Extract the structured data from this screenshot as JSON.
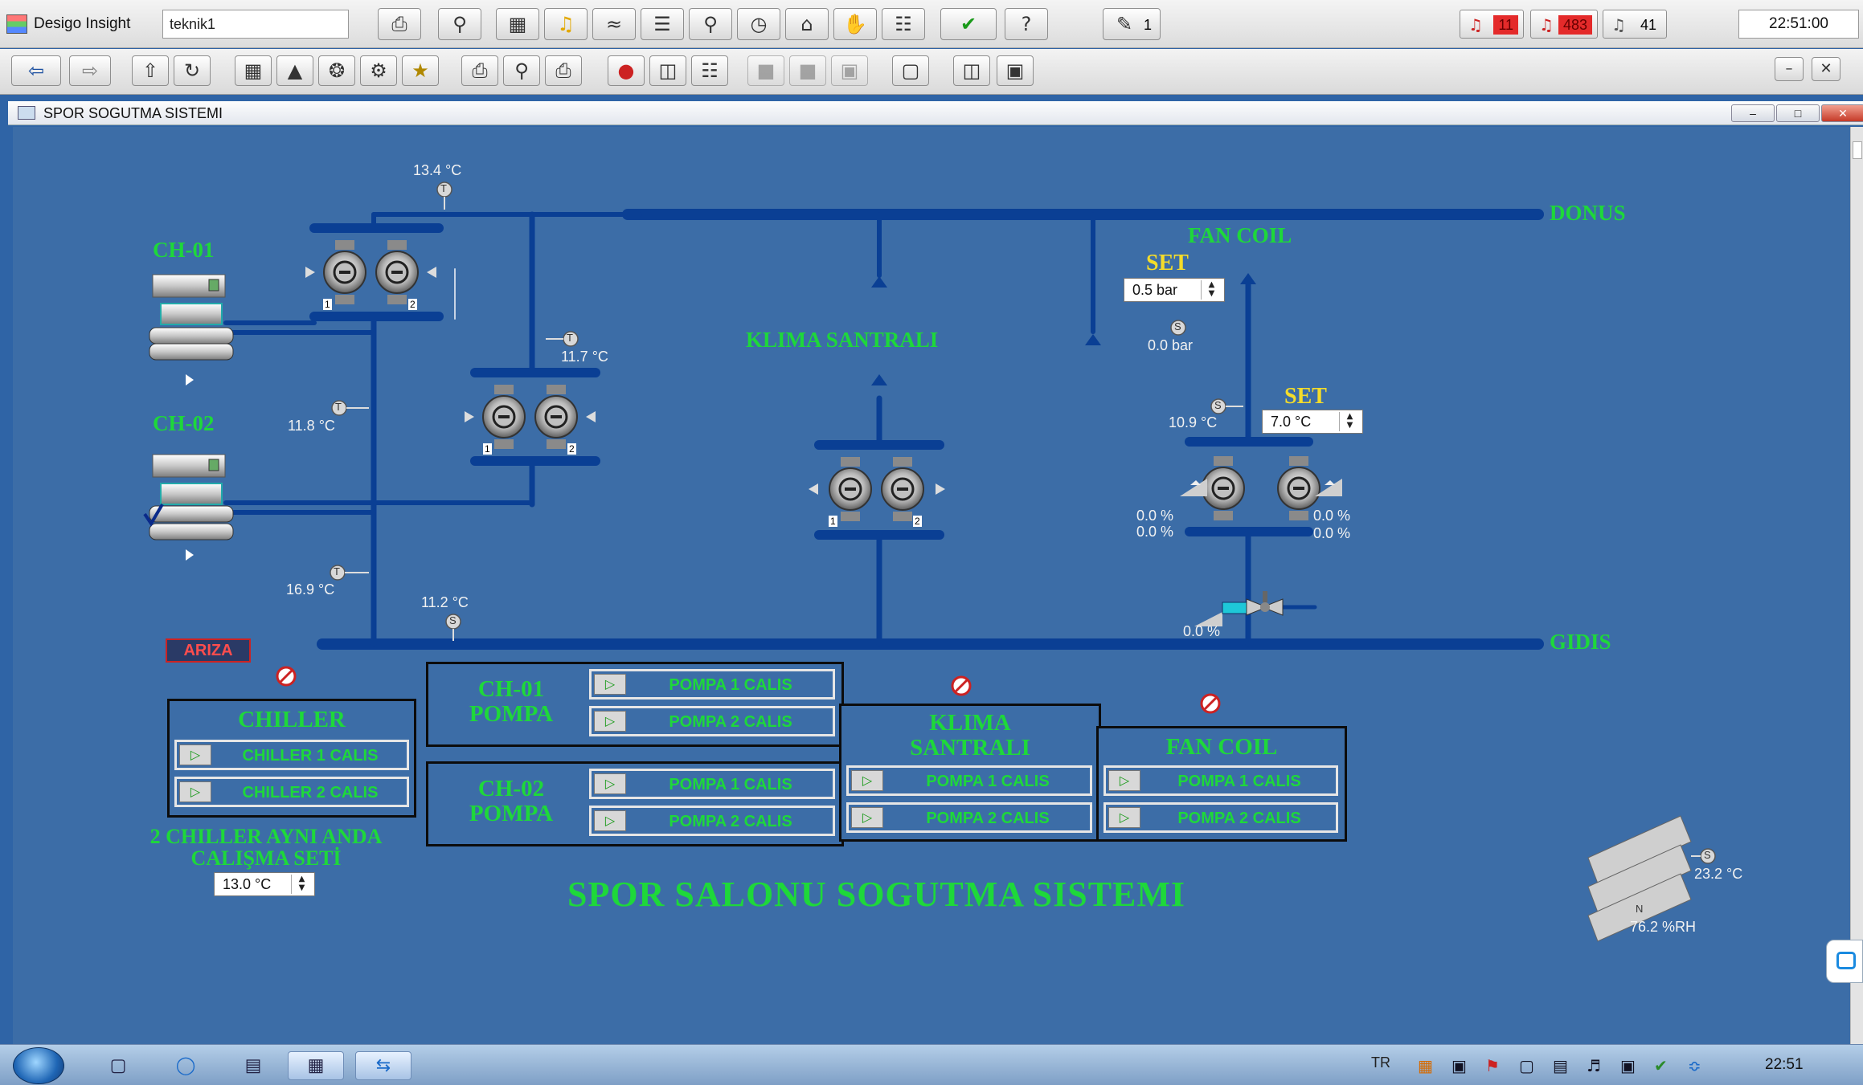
{
  "app": {
    "name": "Desigo Insight",
    "user": "teknik1",
    "clock": "22:51:00",
    "ops_count": "1"
  },
  "alarms": [
    {
      "count": "11",
      "highlight": true
    },
    {
      "count": "483",
      "highlight": true
    },
    {
      "count": "41",
      "highlight": false
    }
  ],
  "window": {
    "title": "SPOR SOGUTMA SISTEMI"
  },
  "schematic": {
    "title": "SPOR SALONU SOGUTMA SISTEMI",
    "labels": {
      "ch01": "CH-01",
      "ch02": "CH-02",
      "donus": "DONUS",
      "gidis": "GIDIS",
      "fan_coil": "FAN COIL",
      "klima_santrali": "KLIMA SANTRALI",
      "set": "SET",
      "ariza": "ARIZA",
      "chiller_set_line1": "2 CHILLER AYNI ANDA",
      "chiller_set_line2": "CALIŞMA SETİ"
    },
    "readings": {
      "t_top": "13.4 °C",
      "t_return_mid": "11.7 °C",
      "t_ch01_out": "11.8 °C",
      "t_ch02_out": "16.9 °C",
      "t_supply": "11.2 °C",
      "p_fc": "0.0 bar",
      "t_fc": "10.9 °C",
      "fc_pump1_pct": "0.0 %",
      "fc_pump1_pct2": "0.0 %",
      "fc_pump2_pct": "0.0 %",
      "fc_pump2_pct2": "0.0 %",
      "valve_pct": "0.0 %",
      "outdoor_temp": "23.2 °C",
      "outdoor_rh": "76.2 %RH"
    },
    "setpoints": {
      "pressure": "0.5 bar",
      "fc_temp": "7.0 °C",
      "chiller": "13.0 °C"
    },
    "sensor_letters": {
      "t": "T",
      "s": "S",
      "n": "N"
    },
    "pump_tags": {
      "p1": "1",
      "p2": "2"
    }
  },
  "panels": {
    "chiller": {
      "title": "CHILLER",
      "cmds": [
        "CHILLER 1 CALIS",
        "CHILLER 2 CALIS"
      ]
    },
    "ch01_pompa": {
      "title_line1": "CH-01",
      "title_line2": "POMPA",
      "cmds": [
        "POMPA 1 CALIS",
        "POMPA 2 CALIS"
      ]
    },
    "ch02_pompa": {
      "title_line1": "CH-02",
      "title_line2": "POMPA",
      "cmds": [
        "POMPA 1 CALIS",
        "POMPA 2 CALIS"
      ]
    },
    "klima": {
      "title_line1": "KLIMA",
      "title_line2": "SANTRALI",
      "cmds": [
        "POMPA 1 CALIS",
        "POMPA 2 CALIS"
      ]
    },
    "fan_coil": {
      "title": "FAN COIL",
      "cmds": [
        "POMPA 1 CALIS",
        "POMPA 2 CALIS"
      ]
    }
  },
  "taskbar": {
    "lang": "TR",
    "time": "22:51"
  },
  "colors": {
    "pipe": "#0a3f94",
    "canvas": "#3c6da7",
    "label_green": "#1ed83a",
    "label_yellow": "#f4dc2a",
    "alarm_red": "#e42a2a"
  }
}
